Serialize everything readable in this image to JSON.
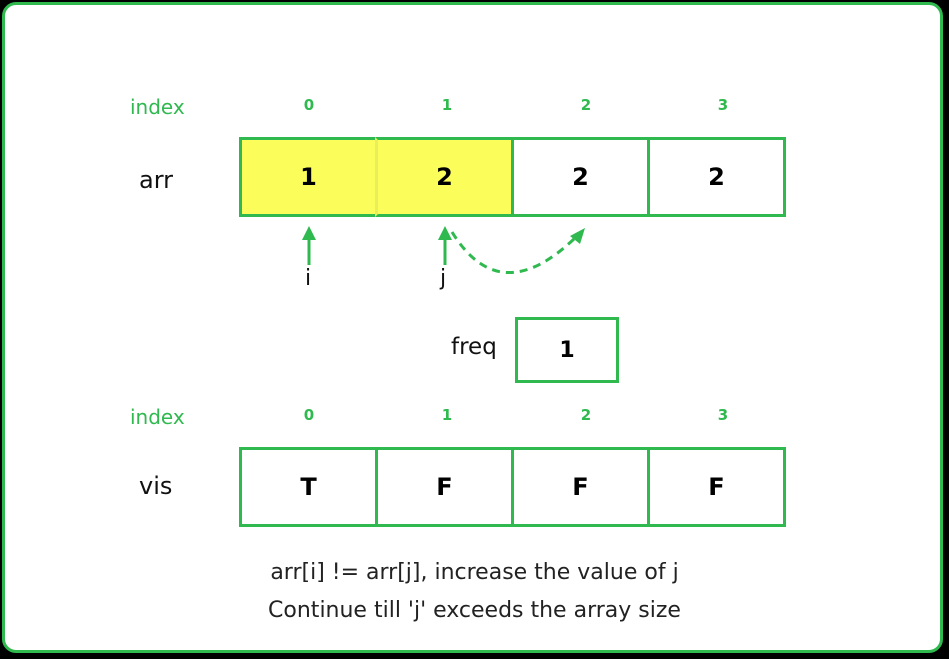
{
  "top": {
    "index_label": "index",
    "array_label": "arr",
    "indices": [
      "0",
      "1",
      "2",
      "3"
    ],
    "values": [
      "1",
      "2",
      "2",
      "2"
    ],
    "highlighted": [
      true,
      true,
      false,
      false
    ]
  },
  "pointers": {
    "i": "i",
    "j": "j"
  },
  "freq": {
    "label": "freq",
    "value": "1"
  },
  "bottom": {
    "index_label": "index",
    "array_label": "vis",
    "indices": [
      "0",
      "1",
      "2",
      "3"
    ],
    "values": [
      "T",
      "F",
      "F",
      "F"
    ]
  },
  "captions": {
    "line1": "arr[i] != arr[j], increase the value of j",
    "line2": "Continue till 'j' exceeds the array size"
  },
  "colors": {
    "accent": "#2fb94f",
    "highlight": "#fbfd5a",
    "background": "#000000"
  }
}
